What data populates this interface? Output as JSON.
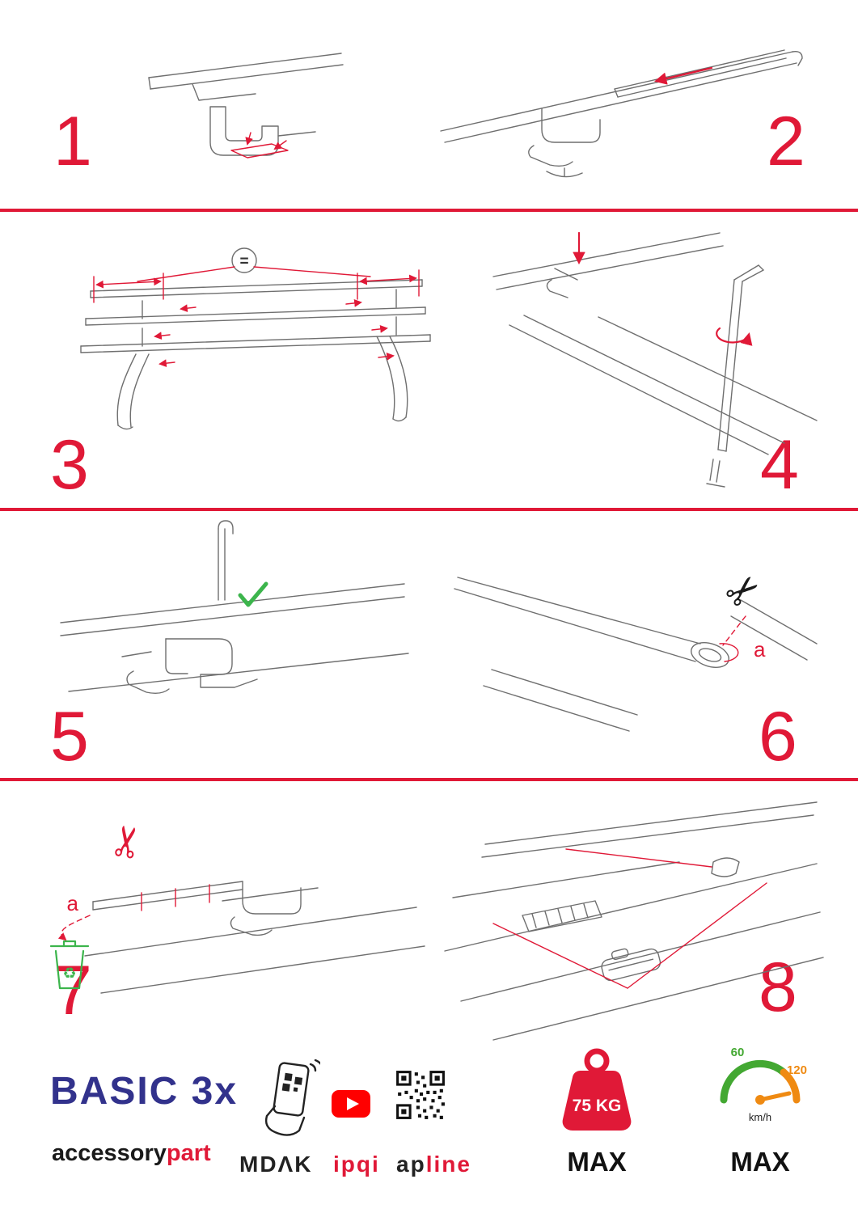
{
  "colors": {
    "accent": "#e01937",
    "brand_blue": "#32328c",
    "green": "#3cb54c",
    "youtube_red": "#ff0000",
    "gauge_green": "#43a832",
    "gauge_orange": "#ef8a12"
  },
  "steps": [
    {
      "number": "1"
    },
    {
      "number": "2"
    },
    {
      "number": "3"
    },
    {
      "number": "4"
    },
    {
      "number": "5"
    },
    {
      "number": "6"
    },
    {
      "number": "7"
    },
    {
      "number": "8"
    }
  ],
  "labels": {
    "equals": "=",
    "a6": "a",
    "a7": "a"
  },
  "icons": {
    "scissors": "✂",
    "recycle": "♻"
  },
  "footer": {
    "brand": "BASIC 3x",
    "sub_black": "accessory",
    "sub_red": "part",
    "mdak": "MDΛK",
    "ipqi": "ipqi",
    "ap": "ap",
    "line": "line",
    "weight": "75 KG",
    "weight_max": "MAX",
    "speed_60": "60",
    "speed_120": "120",
    "kmh": "km/h",
    "speed_max": "MAX"
  }
}
